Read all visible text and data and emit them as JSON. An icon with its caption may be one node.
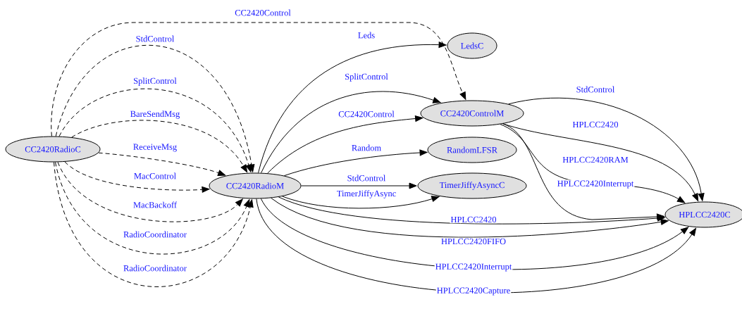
{
  "diagram": {
    "nodes": [
      {
        "text": [
          "CC2420RadioC"
        ]
      },
      {
        "text": [
          "CC2420RadioM"
        ]
      },
      {
        "text": [
          "LedsC"
        ]
      },
      {
        "text": [
          "CC2420ControlM"
        ]
      },
      {
        "text": [
          "RandomLFSR"
        ]
      },
      {
        "text": [
          "TimerJiffyAsyncC"
        ]
      },
      {
        "text": [
          "HPLCC2420C"
        ]
      }
    ],
    "edges": [
      {
        "from": 0,
        "to": 1,
        "arrow": "to",
        "label": "StdControl",
        "style": "dashed"
      },
      {
        "from": 0,
        "to": 1,
        "arrow": "to",
        "label": "SplitControl",
        "style": "dashed"
      },
      {
        "from": 0,
        "to": 1,
        "arrow": "to",
        "label": "BareSendMsg",
        "style": "dashed"
      },
      {
        "from": 0,
        "to": 1,
        "arrow": "to",
        "label": "ReceiveMsg",
        "style": "dashed"
      },
      {
        "from": 0,
        "to": 1,
        "arrow": "to",
        "label": "MacControl",
        "style": "dashed"
      },
      {
        "from": 0,
        "to": 1,
        "arrow": "to",
        "label": "MacBackoff",
        "style": "dashed"
      },
      {
        "from": 0,
        "to": 1,
        "arrow": "to",
        "label": "RadioCoordinator",
        "style": "dashed"
      },
      {
        "from": 0,
        "to": 1,
        "arrow": "to",
        "label": "RadioCoordinator",
        "style": "dashed"
      },
      {
        "from": 0,
        "to": 3,
        "arrow": "to",
        "label": "CC2420Control",
        "style": "dashed"
      },
      {
        "from": 1,
        "to": 2,
        "arrow": "to",
        "label": "Leds"
      },
      {
        "from": 1,
        "to": 3,
        "arrow": "to",
        "label": "SplitControl"
      },
      {
        "from": 1,
        "to": 3,
        "arrow": "to",
        "label": "CC2420Control"
      },
      {
        "from": 1,
        "to": 4,
        "arrow": "to",
        "label": "Random"
      },
      {
        "from": 1,
        "to": 5,
        "arrow": "to",
        "label": "StdControl"
      },
      {
        "from": 1,
        "to": 5,
        "arrow": "to",
        "label": "TimerJiffyAsync"
      },
      {
        "from": 1,
        "to": 6,
        "arrow": "to",
        "label": "HPLCC2420"
      },
      {
        "from": 1,
        "to": 6,
        "arrow": "to",
        "label": "HPLCC2420FIFO"
      },
      {
        "from": 1,
        "to": 6,
        "arrow": "to",
        "label": "HPLCC2420Interrupt"
      },
      {
        "from": 1,
        "to": 6,
        "arrow": "to",
        "label": "HPLCC2420Capture"
      },
      {
        "from": 3,
        "to": 6,
        "arrow": "to",
        "label": "StdControl"
      },
      {
        "from": 3,
        "to": 6,
        "arrow": "to",
        "label": "HPLCC2420"
      },
      {
        "from": 3,
        "to": 6,
        "arrow": "to",
        "label": "HPLCC2420RAM"
      },
      {
        "from": 3,
        "to": 6,
        "arrow": "to",
        "label": "HPLCC2420Interrupt"
      }
    ]
  }
}
